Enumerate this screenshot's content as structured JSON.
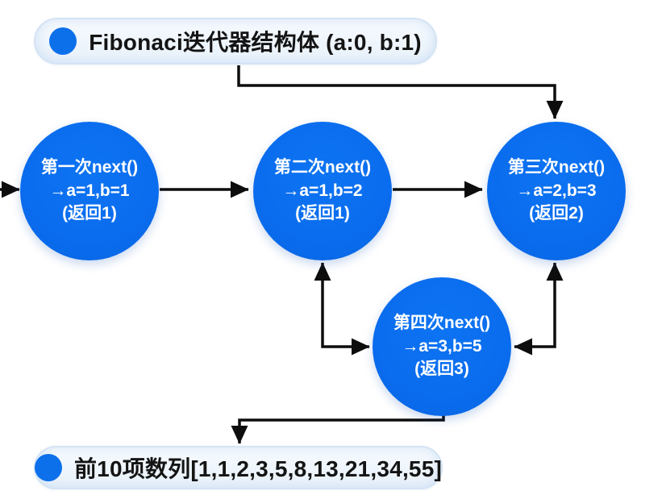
{
  "diagram": {
    "title_pill": "Fibonaci迭代器结构体 (a:0, b:1)",
    "result_pill": "前10项数列[1,1,2,3,5,8,13,21,34,55]"
  },
  "nodes": [
    {
      "id": "next-1",
      "line1": "第一次next()",
      "line2": "→a=1,b=1",
      "line3": "(返回1)"
    },
    {
      "id": "next-2",
      "line1": "第二次next()",
      "line2": "→a=1,b=2",
      "line3": "(返回1)"
    },
    {
      "id": "next-3",
      "line1": "第三次next()",
      "line2": "→a=2,b=3",
      "line3": "(返回2)"
    },
    {
      "id": "next-4",
      "line1": "第四次next()",
      "line2": "→a=3,b=5",
      "line3": "(返回3)"
    }
  ],
  "edges": [
    {
      "from": "left-entry",
      "to": "next-1",
      "style": "straight-arrow"
    },
    {
      "from": "next-1",
      "to": "next-2",
      "style": "straight-arrow"
    },
    {
      "from": "next-2",
      "to": "next-3",
      "style": "straight-arrow"
    },
    {
      "from": "title-pill",
      "to": "next-3",
      "style": "elbow-arrow"
    },
    {
      "from": "next-2",
      "to": "next-4",
      "style": "elbow-double-arrow"
    },
    {
      "from": "next-3",
      "to": "next-4",
      "style": "elbow-double-arrow"
    },
    {
      "from": "next-4",
      "to": "result-pill",
      "style": "elbow-arrow"
    }
  ],
  "colors": {
    "node_fill": "#0a6cee",
    "node_text": "#ffffff",
    "dot_fill": "#0c70ea",
    "pill_bg": "#eef5fc",
    "pill_border": "#d3e3f4",
    "pill_text": "#141414",
    "arrow": "#0d0d0d",
    "background": "#ffffff"
  }
}
